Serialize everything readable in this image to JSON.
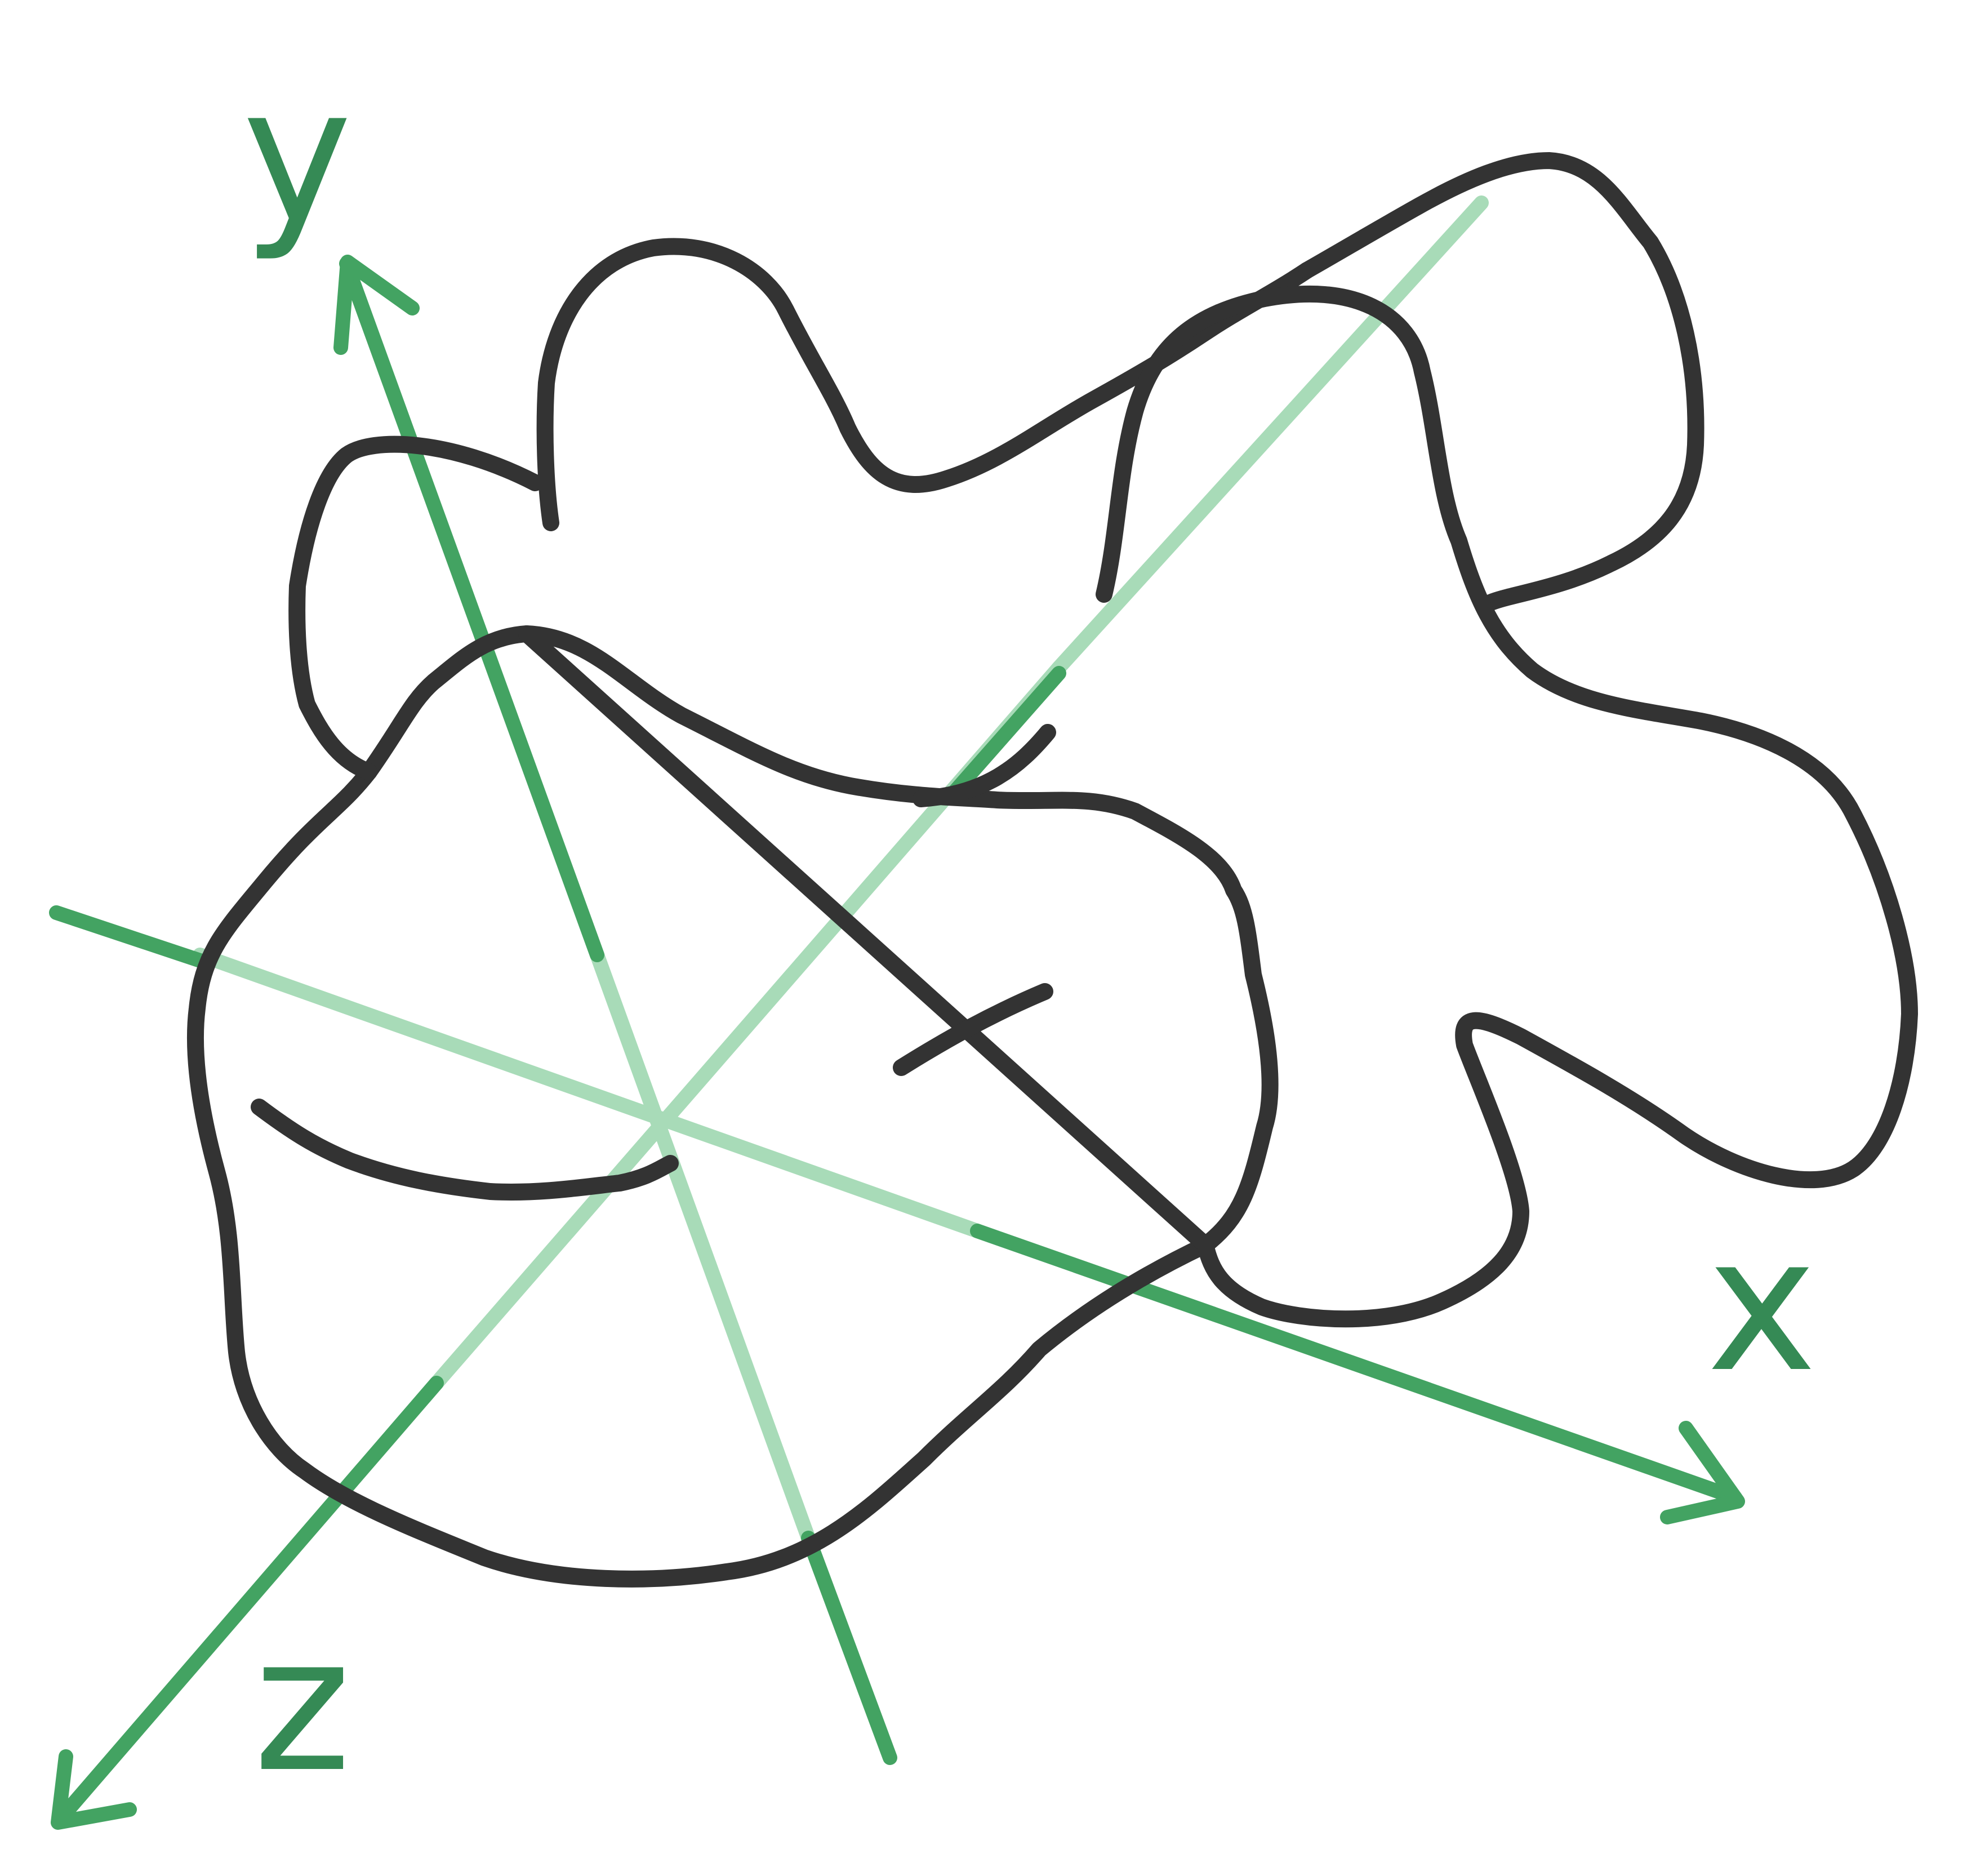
{
  "axes": {
    "x": {
      "label": "x"
    },
    "y": {
      "label": "y"
    },
    "z": {
      "label": "z"
    }
  },
  "colors": {
    "outline": "#333333",
    "axis_dark": "#43a362",
    "axis_light": "#a8dbb8",
    "label": "#358a55"
  }
}
